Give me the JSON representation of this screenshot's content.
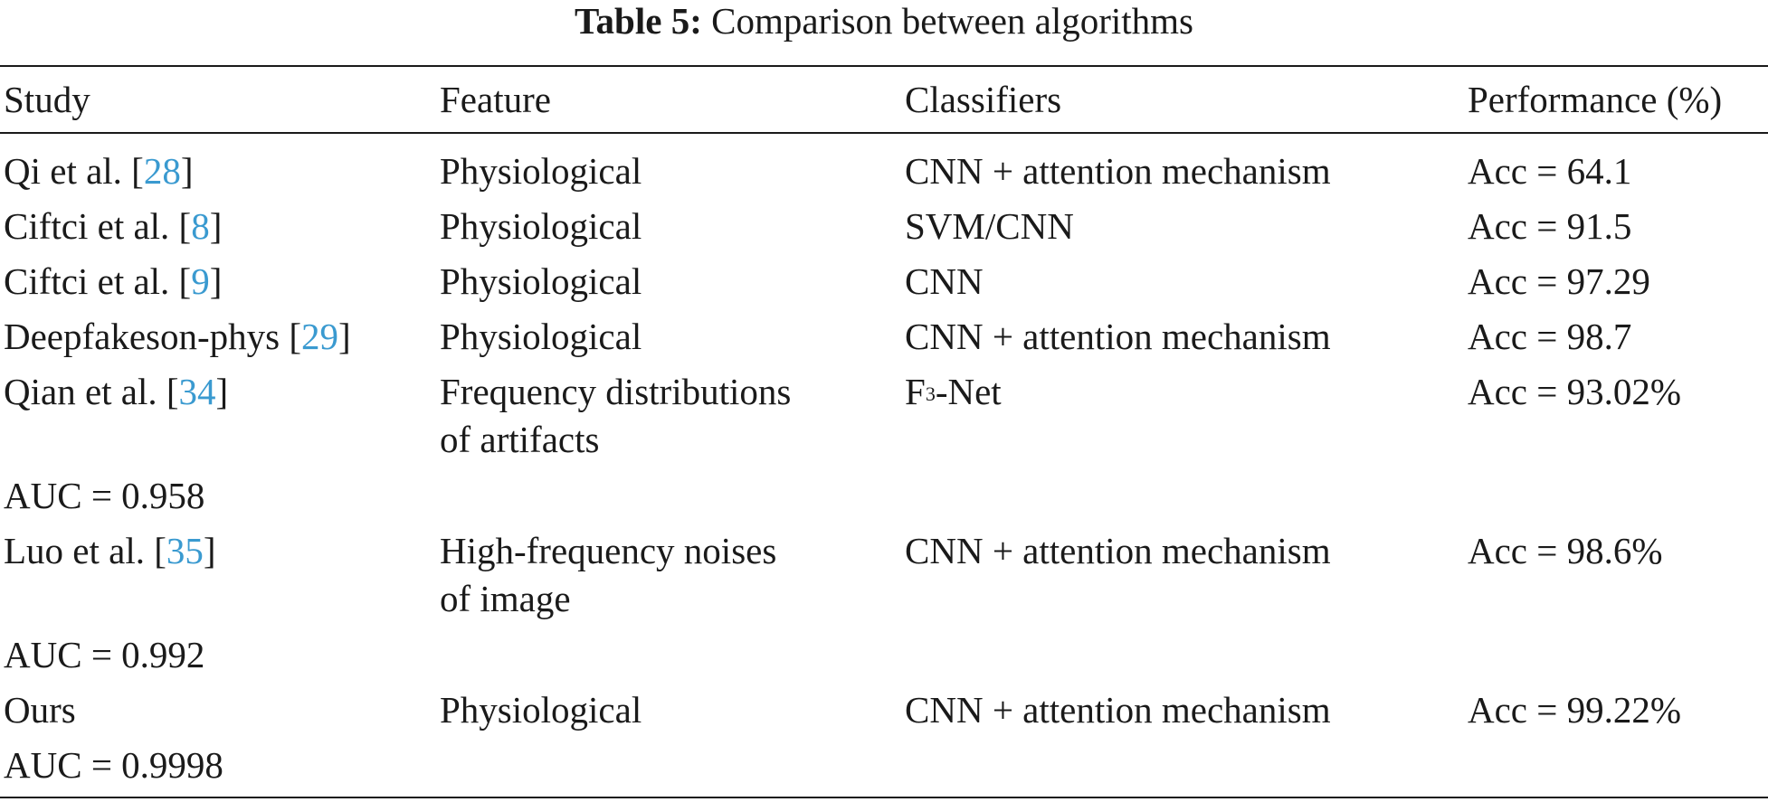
{
  "caption": {
    "label": "Table 5:",
    "text": "Comparison between algorithms"
  },
  "headers": {
    "study": "Study",
    "feature": "Feature",
    "classifiers": "Classifiers",
    "performance": "Performance (%)"
  },
  "rows": [
    {
      "study": "Qi et al. [",
      "ref": "28",
      "close": "]",
      "feature": "Physiological",
      "feature2": "",
      "classifier": "CNN + attention mechanism",
      "perf": "Acc = 64.1",
      "auc": ""
    },
    {
      "study": "Ciftci et al. [",
      "ref": "8",
      "close": "]",
      "feature": "Physiological",
      "feature2": "",
      "classifier": "SVM/CNN",
      "perf": "Acc = 91.5",
      "auc": ""
    },
    {
      "study": "Ciftci et al. [",
      "ref": "9",
      "close": "]",
      "feature": "Physiological",
      "feature2": "",
      "classifier": "CNN",
      "perf": "Acc = 97.29",
      "auc": ""
    },
    {
      "study": "Deepfakeson-phys [",
      "ref": "29",
      "close": "]",
      "feature": "Physiological",
      "feature2": "",
      "classifier": "CNN + attention mechanism",
      "perf": "Acc = 98.7",
      "auc": ""
    },
    {
      "study": "Qian et al. [",
      "ref": "34",
      "close": "]",
      "feature": "Frequency distributions",
      "feature2": "of artifacts",
      "classifier_base": "F",
      "classifier_sup": "3",
      "classifier": "-Net",
      "perf": "Acc = 93.02%",
      "auc": "AUC = 0.958"
    },
    {
      "study": "Luo et al. [",
      "ref": "35",
      "close": "]",
      "feature": "High-frequency noises",
      "feature2": "of image",
      "classifier": "CNN + attention mechanism",
      "perf": "Acc = 98.6%",
      "auc": "AUC = 0.992"
    },
    {
      "study": "Ours",
      "ref": "",
      "close": "",
      "feature": "Physiological",
      "feature2": "",
      "classifier": "CNN + attention mechanism",
      "perf": "Acc = 99.22%",
      "auc": "AUC = 0.9998"
    }
  ]
}
